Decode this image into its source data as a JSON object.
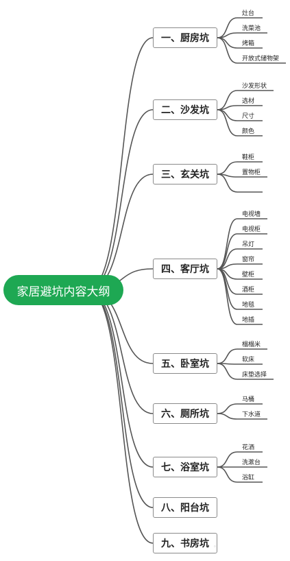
{
  "root": {
    "label": "家居避坑内容大纲"
  },
  "branches": [
    {
      "label": "一、厨房坑",
      "leaves": [
        "灶台",
        "洗菜池",
        "烤箱",
        "开放式储物架"
      ]
    },
    {
      "label": "二、沙发坑",
      "leaves": [
        "沙发形状",
        "选材",
        "尺寸",
        "颜色"
      ]
    },
    {
      "label": "三、玄关坑",
      "leaves": [
        "鞋柜",
        "置物柜",
        ""
      ]
    },
    {
      "label": "四、客厅坑",
      "leaves": [
        "电视墙",
        "电视柜",
        "吊灯",
        "窗帘",
        "壁柜",
        "酒柜",
        "地毯",
        "地插"
      ]
    },
    {
      "label": "五、卧室坑",
      "leaves": [
        "榻榻米",
        "软床",
        "床垫选择"
      ]
    },
    {
      "label": "六、厕所坑",
      "leaves": [
        "马桶",
        "下水道"
      ]
    },
    {
      "label": "七、浴室坑",
      "leaves": [
        "花洒",
        "洗漱台",
        "浴缸"
      ]
    },
    {
      "label": "八、阳台坑",
      "leaves": []
    },
    {
      "label": "九、书房坑",
      "leaves": []
    }
  ],
  "colors": {
    "root_fill": "#1ea853",
    "line": "#555555"
  }
}
